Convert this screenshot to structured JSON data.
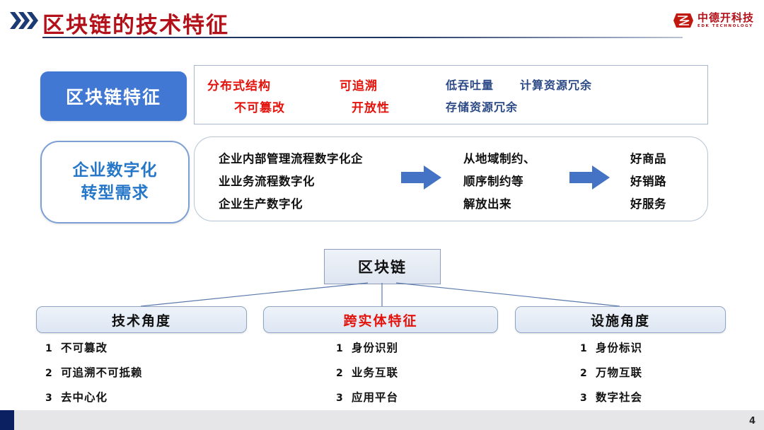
{
  "header": {
    "title": "区块链的技术特征",
    "chevron_icon": "double-chevron-right-icon",
    "logo": {
      "mark_icon": "hexagon-logo-icon",
      "cn": "中德开科技",
      "en": "EDK TECHNOLOGY"
    }
  },
  "row1": {
    "badge": "区块链特征",
    "items_red": [
      "分布式结构",
      "不可篡改",
      "可追溯",
      "开放性"
    ],
    "items_blue": [
      "低吞吐量",
      "计算资源冗余",
      "存储资源冗余"
    ]
  },
  "row2": {
    "badge_line1": "企业数字化",
    "badge_line2": "转型需求",
    "col1": [
      "企业内部管理流程数字化企",
      "业业务流程数字化",
      "企业生产数字化"
    ],
    "col2": [
      "从地域制约、",
      "顺序制约等",
      "解放出来"
    ],
    "col3": [
      "好商品",
      "好销路",
      "好服务"
    ],
    "arrow1_icon": "right-arrow-icon",
    "arrow2_icon": "right-arrow-icon"
  },
  "tree": {
    "root": "区块链",
    "branches": [
      {
        "title": "技术角度",
        "items": [
          {
            "num": "1",
            "text": "不可篡改"
          },
          {
            "num": "2",
            "text": "可追溯不可抵赖"
          },
          {
            "num": "3",
            "text": "去中心化"
          }
        ]
      },
      {
        "title": "跨实体特征",
        "items": [
          {
            "num": "1",
            "text": "身份识别"
          },
          {
            "num": "2",
            "text": "业务互联"
          },
          {
            "num": "3",
            "text": "应用平台"
          }
        ]
      },
      {
        "title": "设施角度",
        "items": [
          {
            "num": "1",
            "text": "身份标识"
          },
          {
            "num": "2",
            "text": "万物互联"
          },
          {
            "num": "3",
            "text": "数字社会"
          }
        ]
      }
    ]
  },
  "footer": {
    "page_number": "4"
  },
  "colors": {
    "title_red": "#b3111a",
    "accent_red": "#e3120b",
    "badge_blue": "#4178d4",
    "text_blue": "#2c4a86",
    "brand_blue": "#2677c8",
    "navy": "#0b2060"
  }
}
